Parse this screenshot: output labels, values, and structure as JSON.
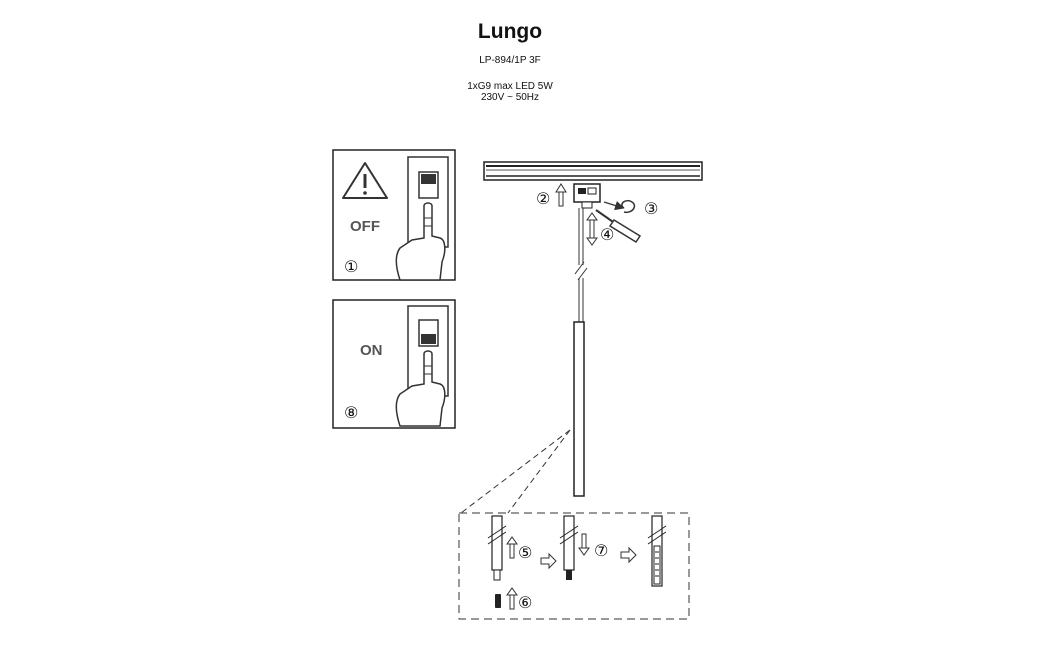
{
  "header": {
    "product_name": "Lungo",
    "model_code": "LP-894/1P 3F",
    "spec_line_1": "1xG9  max LED 5W",
    "spec_line_2": "230V ~ 50Hz"
  },
  "panels": {
    "off_panel": {
      "label": "OFF",
      "step": "①"
    },
    "on_panel": {
      "label": "ON",
      "step": "⑧"
    }
  },
  "steps": {
    "s2": "②",
    "s3": "③",
    "s4": "④",
    "s5": "⑤",
    "s6": "⑥",
    "s7": "⑦"
  },
  "icons": [
    "warning-icon",
    "light-switch-icon",
    "pointing-hand-icon",
    "screwdriver-icon",
    "rotate-arrow-icon"
  ]
}
